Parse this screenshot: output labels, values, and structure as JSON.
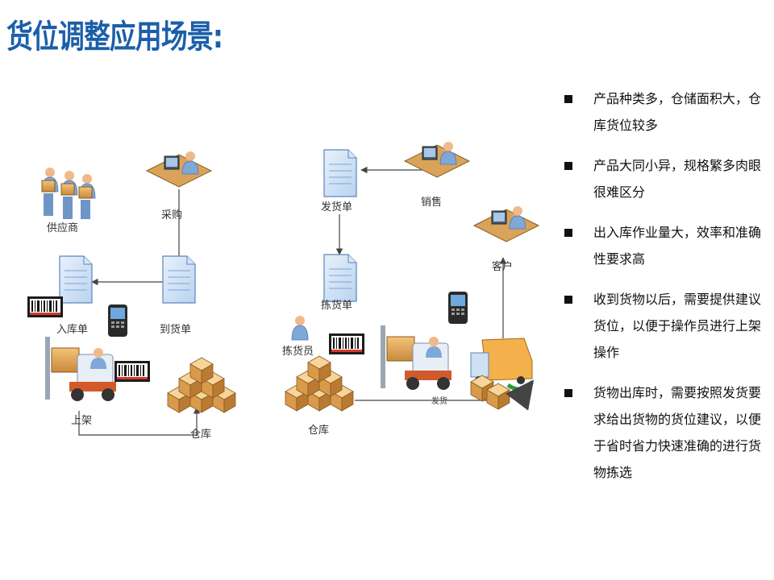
{
  "slide": {
    "title": "货位调整应用场景:"
  },
  "diagram": {
    "labels": {
      "supplier": "供应商",
      "purchase": "采购",
      "inbound_order": "入库单",
      "arrival_order": "到货单",
      "shelving": "上架",
      "warehouse_left": "仓库",
      "shipping_order": "发货单",
      "sales": "销售",
      "customer": "客户",
      "picking_order": "拣货单",
      "picker": "拣货员",
      "warehouse_right": "仓库",
      "ship_arrow": "发货"
    }
  },
  "bullets": [
    "产品种类多，仓储面积大，仓库货位较多",
    "产品大同小异，规格繁多肉眼很难区分",
    "出入库作业量大，效率和准确性要求高",
    "收到货物以后，需要提供建议货位，以便于操作员进行上架操作",
    "货物出库时，需要按照发货要求给出货物的货位建议，以便于省时省力快速准确的进行货物拣选"
  ]
}
